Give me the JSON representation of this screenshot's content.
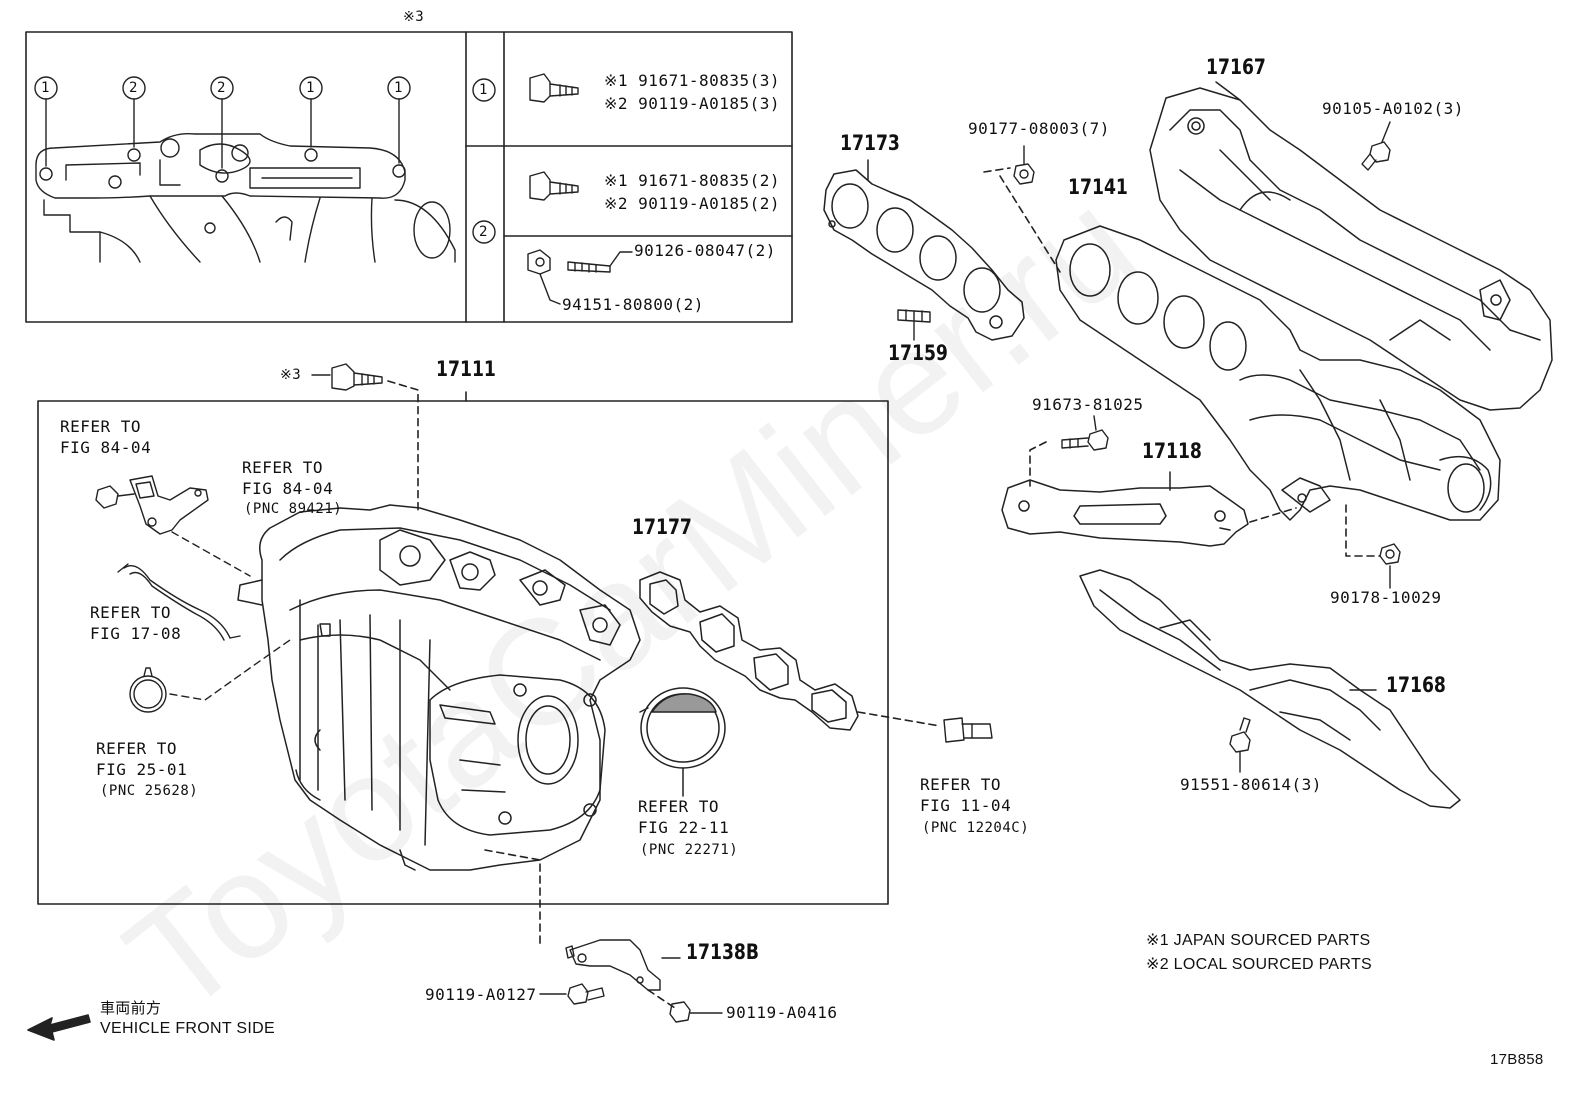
{
  "inset": {
    "mark": "※3",
    "callout_1": "1",
    "callout_2": "2",
    "row1": {
      "circle": "1",
      "line1": "※1 91671-80835(3)",
      "line2": "※2 90119-A0185(3)"
    },
    "row2": {
      "circle": "2",
      "line1": "※1 91671-80835(2)",
      "line2": "※2 90119-A0185(2)",
      "line3": "90126-08047(2)",
      "line4": "94151-80800(2)"
    }
  },
  "parts": {
    "p17111": "17111",
    "p17167": "17167",
    "p17173": "17173",
    "p17141": "17141",
    "p17159": "17159",
    "p17118": "17118",
    "p17177": "17177",
    "p17168": "17168",
    "p17138B": "17138B",
    "b90177": "90177-08003(7)",
    "b90105": "90105-A0102(3)",
    "b91673": "91673-81025",
    "b90178": "90178-10029",
    "b91551": "91551-80614(3)",
    "b90119a": "90119-A0127",
    "b90119b": "90119-A0416",
    "mark3": "※3"
  },
  "refs": {
    "r1": {
      "a": "REFER TO",
      "b": "FIG 84-04"
    },
    "r2": {
      "a": "REFER TO",
      "b": "FIG 84-04",
      "c": "(PNC 89421)"
    },
    "r3": {
      "a": "REFER TO",
      "b": "FIG 17-08"
    },
    "r4": {
      "a": "REFER TO",
      "b": "FIG 25-01",
      "c": "(PNC 25628)"
    },
    "r5": {
      "a": "REFER TO",
      "b": "FIG 22-11",
      "c": "(PNC 22271)"
    },
    "r6": {
      "a": "REFER TO",
      "b": "FIG 11-04",
      "c": "(PNC 12204C)"
    }
  },
  "notes": {
    "n1": "※1 JAPAN SOURCED PARTS",
    "n2": "※2 LOCAL SOURCED PARTS"
  },
  "front": {
    "jp": "車両前方",
    "en": "VEHICLE FRONT SIDE"
  },
  "figure_id": "17B858",
  "watermark": "ToyotaCarMiner.ru"
}
